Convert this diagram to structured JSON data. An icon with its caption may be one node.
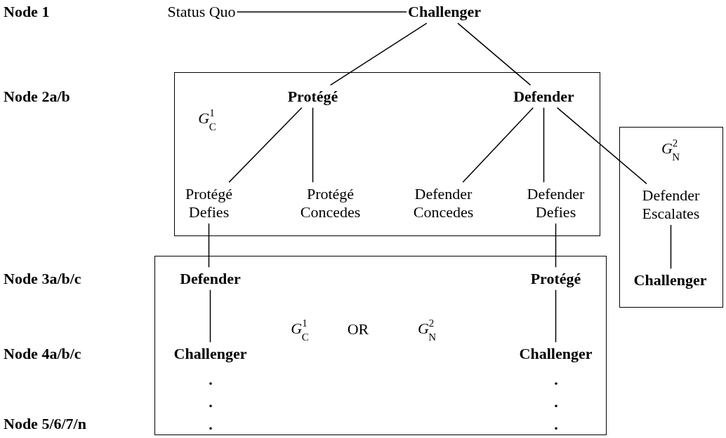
{
  "diagram": {
    "nodes": [
      {
        "text": [
          "Status Quo"
        ]
      },
      {
        "text": [
          "Challenger"
        ]
      },
      {
        "text": [],
        "shape": "box"
      },
      {
        "text": [
          "Protégé"
        ],
        "in": 2
      },
      {
        "text": [
          "Defender"
        ],
        "in": 2
      },
      {
        "text": [
          "Protégé Defies"
        ],
        "in": 2
      },
      {
        "text": [
          "Protégé Concedes"
        ],
        "in": 2
      },
      {
        "text": [
          "Defender Concedes"
        ],
        "in": 2
      },
      {
        "text": [
          "Defender Defies"
        ],
        "in": 2
      },
      {
        "text": [],
        "shape": "box"
      },
      {
        "text": [
          "Defender Escalates"
        ],
        "in": 9
      },
      {
        "text": [
          "Challenger"
        ],
        "in": 9
      },
      {
        "text": [],
        "shape": "box"
      },
      {
        "text": [
          "Defender"
        ],
        "in": 12
      },
      {
        "text": [
          "Protégé"
        ],
        "in": 12
      },
      {
        "text": [
          "Challenger"
        ],
        "in": 12
      },
      {
        "text": [
          "Challenger"
        ],
        "in": 12
      }
    ],
    "edges": [
      {
        "from": 0,
        "to": 1,
        "arrow": "none"
      },
      {
        "from": 1,
        "to": 3,
        "arrow": "none"
      },
      {
        "from": 1,
        "to": 4,
        "arrow": "none"
      },
      {
        "from": 3,
        "to": 5,
        "arrow": "none"
      },
      {
        "from": 3,
        "to": 6,
        "arrow": "none"
      },
      {
        "from": 4,
        "to": 7,
        "arrow": "none"
      },
      {
        "from": 4,
        "to": 8,
        "arrow": "none"
      },
      {
        "from": 4,
        "to": 10,
        "arrow": "none"
      },
      {
        "from": 10,
        "to": 11,
        "arrow": "none"
      },
      {
        "from": 5,
        "to": 13,
        "arrow": "none"
      },
      {
        "from": 8,
        "to": 14,
        "arrow": "none"
      },
      {
        "from": 13,
        "to": 15,
        "arrow": "none"
      },
      {
        "from": 14,
        "to": 16,
        "arrow": "none"
      }
    ],
    "labels": [
      "Node 1",
      "Node 2a/b",
      "*G*$^{1}$$_{C}$",
      "*G*$^{2}$$_{N}$",
      "Node 3a/b/c",
      "*G*$^{1}$$_{C}$",
      "OR",
      "*G*$^{2}$$_{N}$",
      "Node 4a/b/c",
      "...",
      "...",
      "Node 5/6/7/n"
    ]
  }
}
